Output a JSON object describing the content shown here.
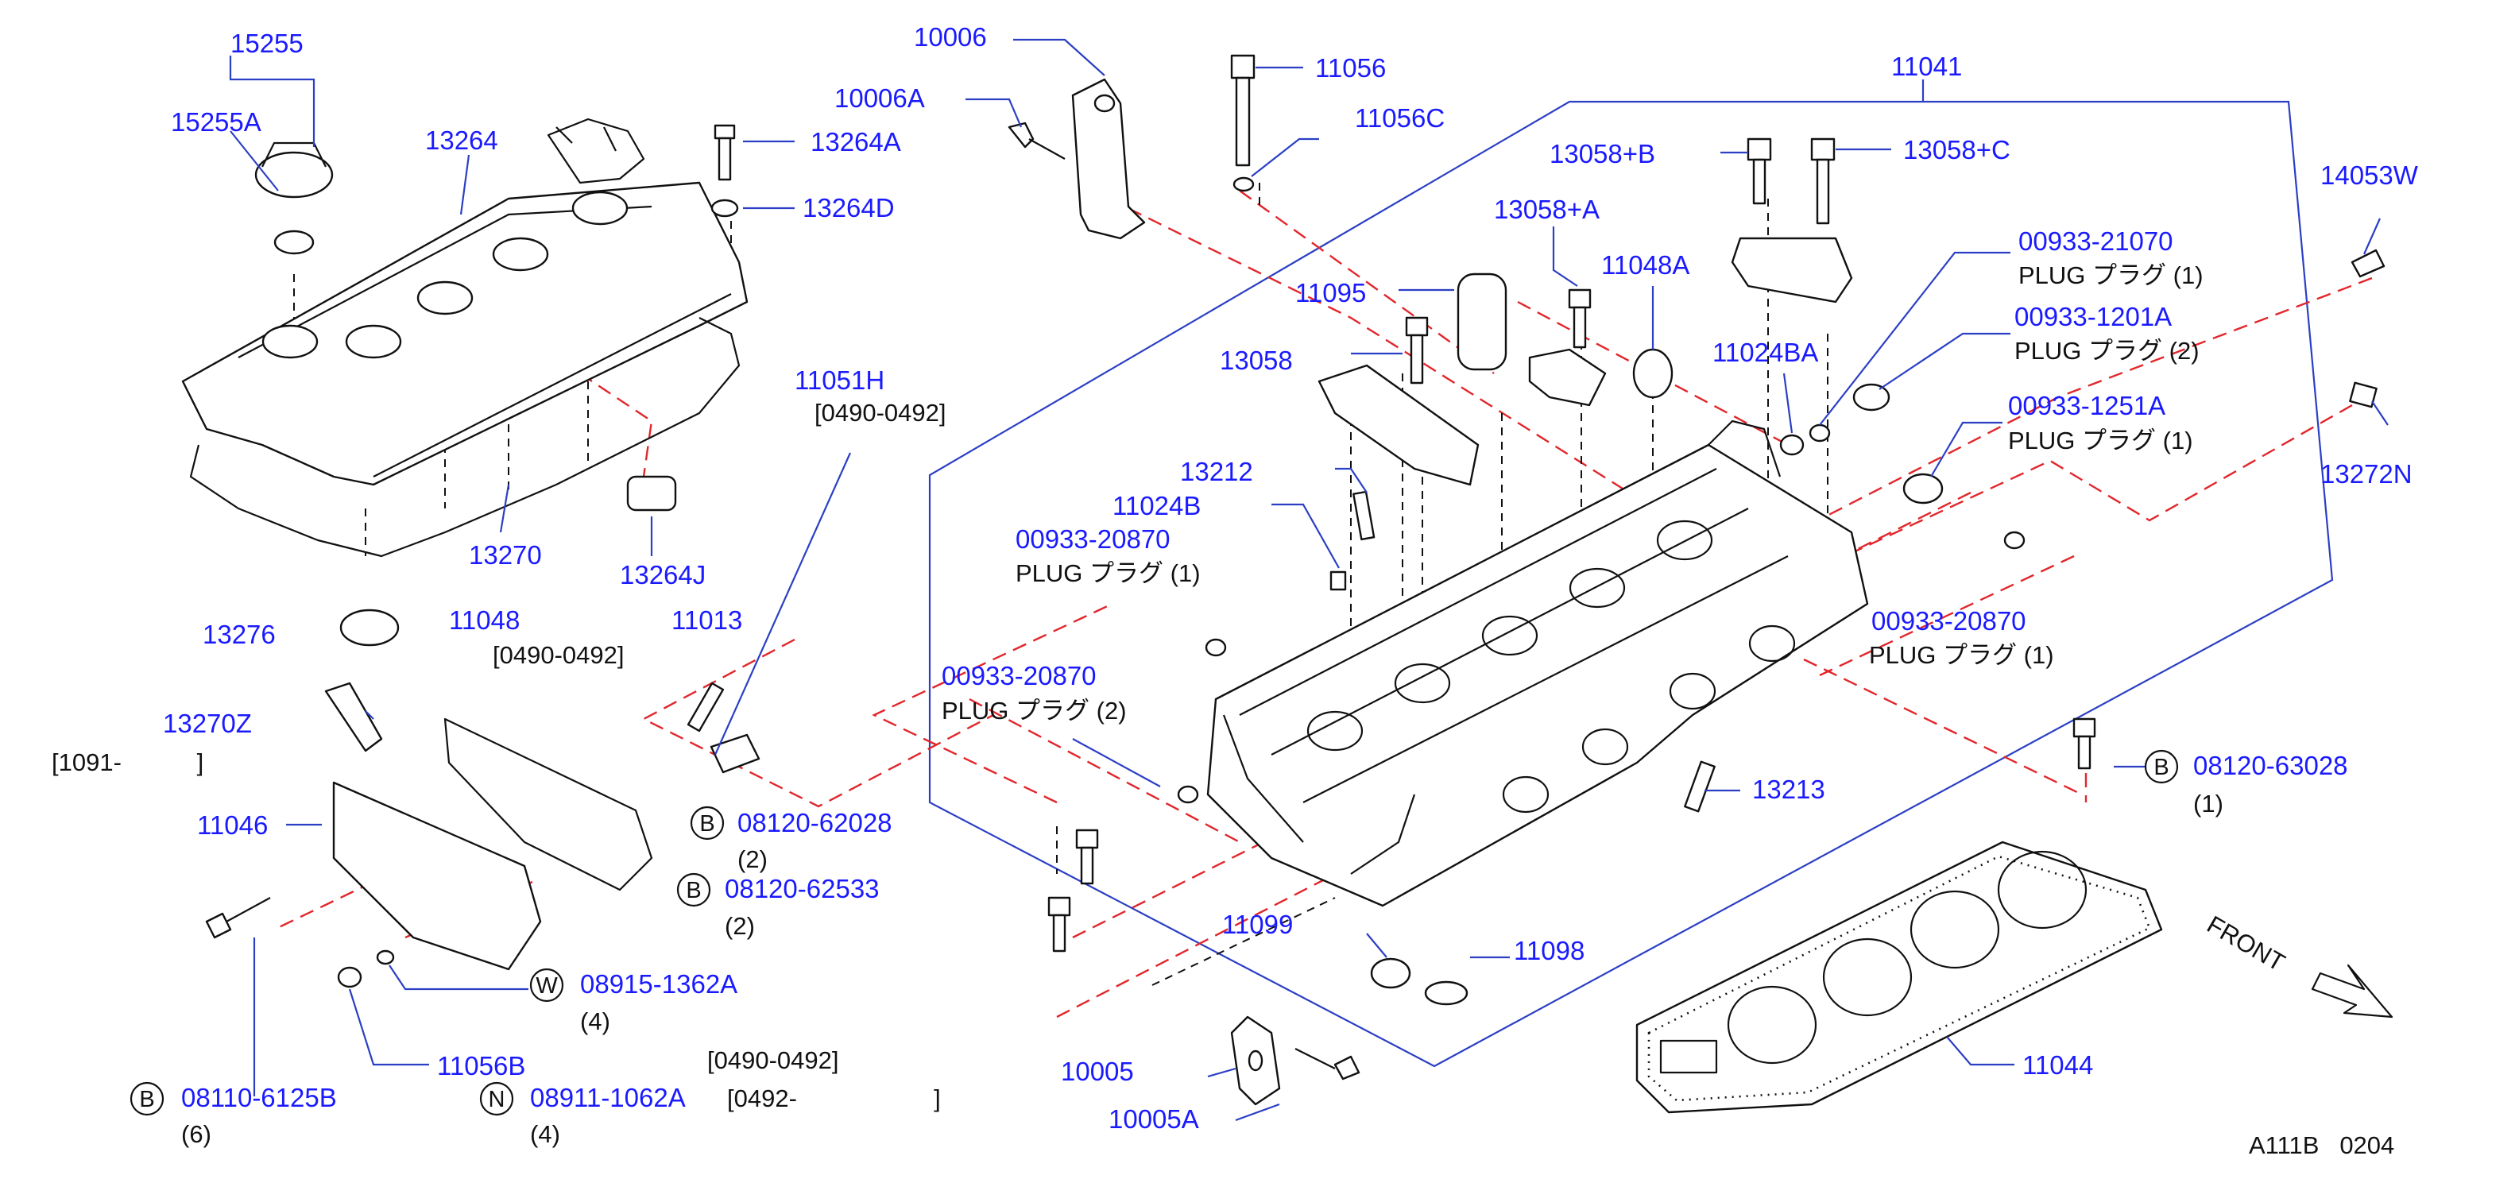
{
  "parts": {
    "p15255": "15255",
    "p15255A": "15255A",
    "p13264": "13264",
    "p13264A": "13264A",
    "p13264D": "13264D",
    "p13270": "13270",
    "p13264J": "13264J",
    "p13276": "13276",
    "p11048": "11048",
    "p11048_date": "[0490-0492]",
    "p11013": "11013",
    "p13270Z": "13270Z",
    "p13270Z_date": "[1091-           ]",
    "p11046": "11046",
    "p11051H": "11051H",
    "p11051H_date": "[0490-0492]",
    "p10006": "10006",
    "p10006A": "10006A",
    "p11056": "11056",
    "p11056C": "11056C",
    "p11041": "11041",
    "p13058B": "13058+B",
    "p13058C": "13058+C",
    "p13058A": "13058+A",
    "p11048A": "11048A",
    "p11095": "11095",
    "p13058": "13058",
    "p11024BA": "11024BA",
    "p13212": "13212",
    "p11024B": "11024B",
    "p00933_20870_a": "00933-20870",
    "p00933_20870_b": "00933-20870",
    "p00933_20870_c": "00933-20870",
    "p00933_21070": "00933-21070",
    "p00933_1201A": "00933-1201A",
    "p00933_1251A": "00933-1251A",
    "p14053W": "14053W",
    "p13272N": "13272N",
    "p13213": "13213",
    "p11099": "11099",
    "p11098": "11098",
    "p10005": "10005",
    "p10005A": "10005A",
    "p11044": "11044",
    "p11056B": "11056B"
  },
  "plugs": {
    "plug_20870_a": "PLUG   プラグ (1)",
    "plug_20870_b": "PLUG   プラグ (2)",
    "plug_20870_c": "PLUG   プラグ (1)",
    "plug_21070": "PLUG   プラグ (1)",
    "plug_1201A": "PLUG   プラグ (2)",
    "plug_1251A": "PLUG   プラグ (1)"
  },
  "fasteners": {
    "f1": {
      "code": "B",
      "num": "08120-62028",
      "qty": "(2)"
    },
    "f2": {
      "code": "B",
      "num": "08120-62533",
      "qty": "(2)"
    },
    "f3": {
      "code": "W",
      "num": "08915-1362A",
      "qty": "(4)"
    },
    "f4": {
      "code": "B",
      "num": "08110-6125B",
      "qty": "(6)"
    },
    "f5": {
      "code": "N",
      "num": "08911-1062A",
      "qty": "(4)"
    },
    "f6": {
      "code": "B",
      "num": "08120-63028",
      "qty": "(1)"
    }
  },
  "date_ranges": {
    "d_0490_0492": "[0490-0492]",
    "d_0492": "[0492-                    ]"
  },
  "labels": {
    "front": "FRONT",
    "diagram_code": "A111B   0204"
  }
}
